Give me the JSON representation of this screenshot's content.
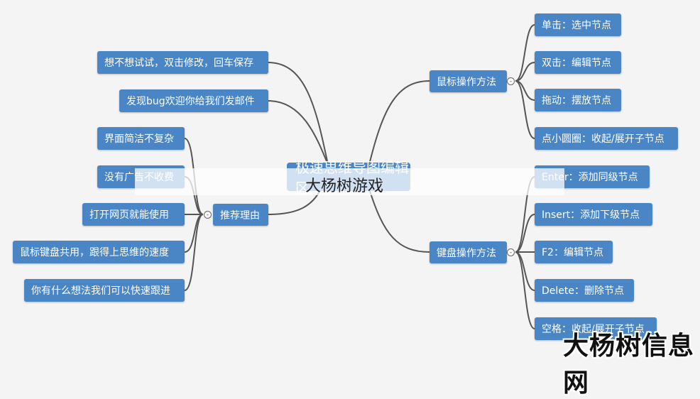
{
  "root": {
    "label": "极速思维导图编辑区"
  },
  "overlay": {
    "text": "大杨树游戏"
  },
  "watermark": {
    "text": "大杨树信息网"
  },
  "branches": {
    "mouse": {
      "label": "鼠标操作方法",
      "toggle": "-",
      "items": [
        "单击：选中节点",
        "双击：编辑节点",
        "拖动：摆放节点",
        "点小圆圈：收起/展开子节点"
      ]
    },
    "keyboard": {
      "label": "键盘操作方法",
      "toggle": "-",
      "items": [
        "Enter：添加同级节点",
        "Insert：添加下级节点",
        "F2：编辑节点",
        "Delete：删除节点",
        "空格：收起/展开子节点"
      ]
    },
    "recommend": {
      "label": "推荐理由",
      "toggle": "-",
      "items": [
        "界面简洁不复杂",
        "没有广告不收费",
        "打开网页就能使用",
        "鼠标键盘共用，跟得上思维的速度",
        "你有什么想法我们可以快速跟进"
      ]
    },
    "feedback": {
      "items": [
        "想不想试试，双击修改，回车保存",
        "发现bug欢迎你给我们发邮件"
      ]
    }
  },
  "colors": {
    "node": "#4a86c6",
    "line": "#555555",
    "background": "#f4f4f4"
  }
}
